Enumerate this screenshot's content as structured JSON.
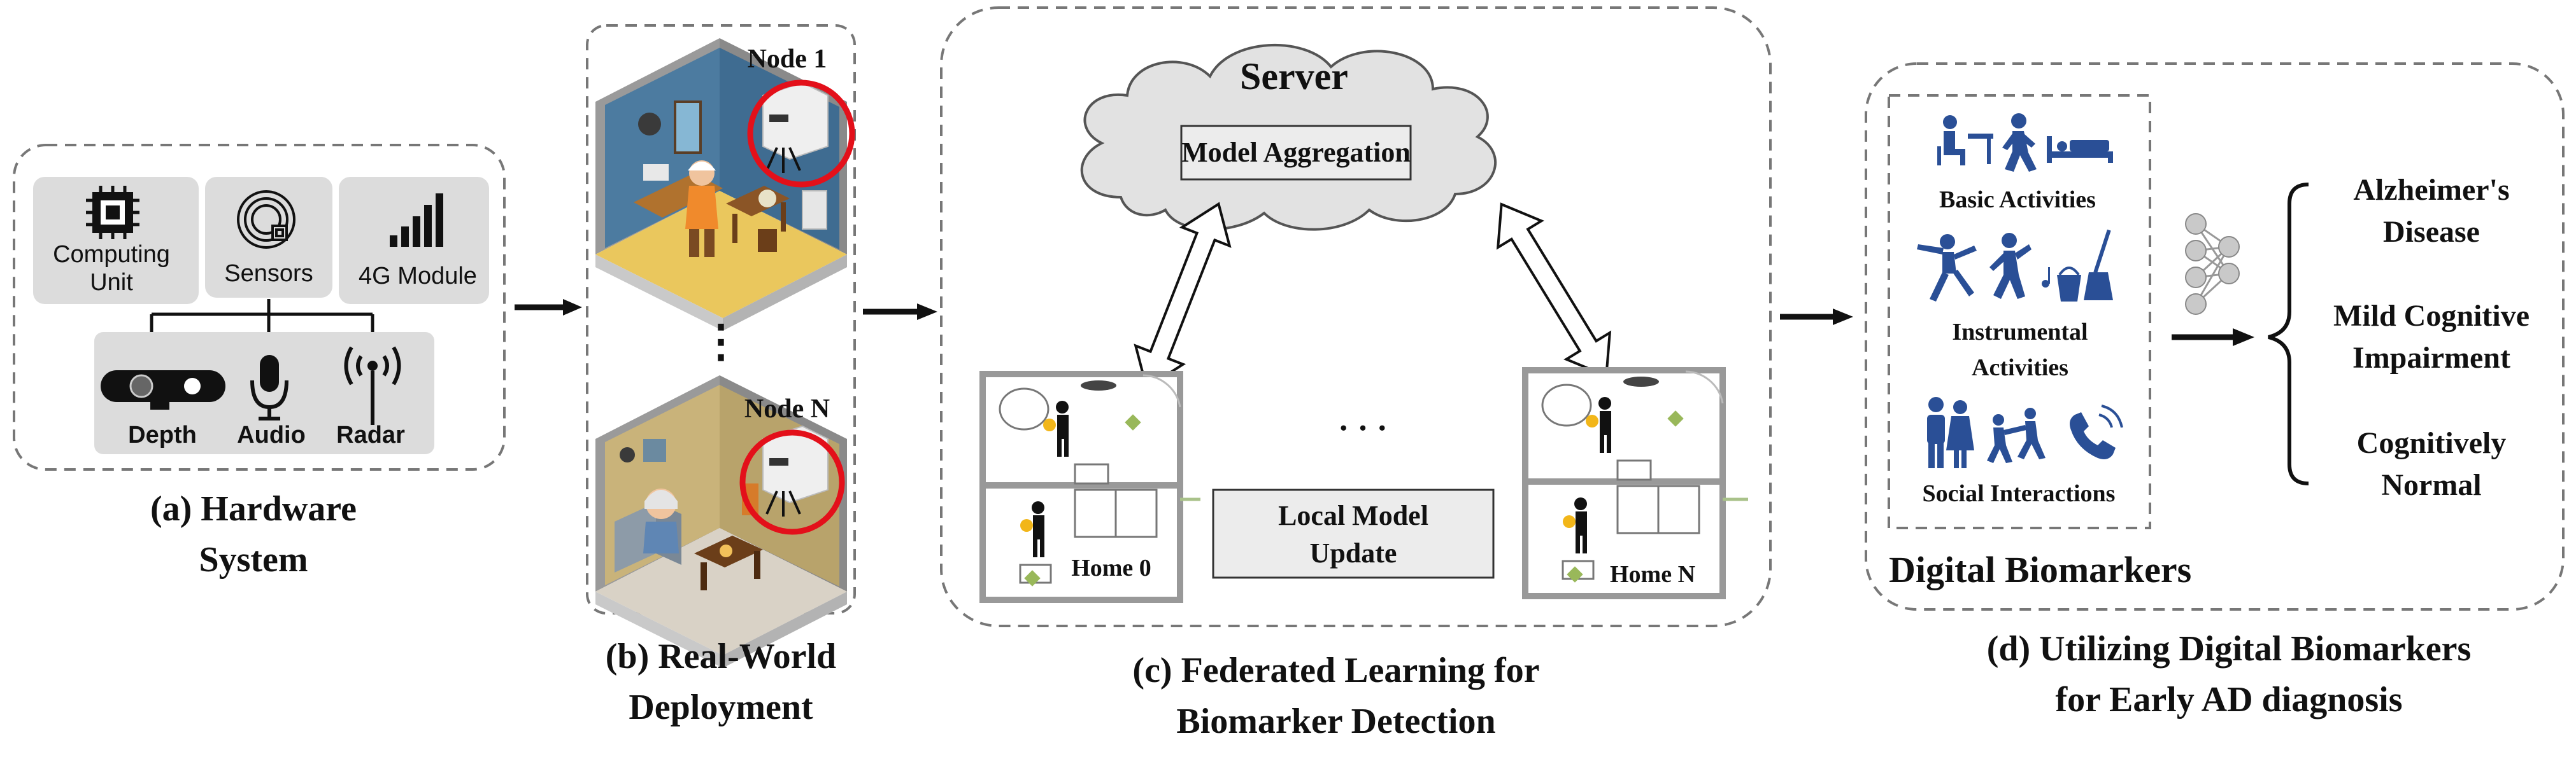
{
  "hardware": {
    "components": {
      "computing": "Computing Unit",
      "computing_line1": "Computing",
      "computing_line2": "Unit",
      "sensors": "Sensors",
      "module_4g": "4G Module"
    },
    "sensor_types": [
      "Depth",
      "Audio",
      "Radar"
    ],
    "caption_line1": "(a) Hardware",
    "caption_line2": "System"
  },
  "deployment": {
    "node_top": "Node 1",
    "node_bottom": "Node N",
    "ellipsis": "⋮",
    "caption_line1": "(b) Real-World",
    "caption_line2": "Deployment"
  },
  "federated": {
    "server_label": "Server",
    "aggregation_label": "Model Aggregation",
    "home_left": "Home 0",
    "home_right": "Home N",
    "ellipsis": "· · ·",
    "local_update_line1": "Local Model",
    "local_update_line2": "Update",
    "caption_line1": "(c) Federated Learning for",
    "caption_line2": "Biomarker Detection"
  },
  "biomarkers": {
    "categories": [
      "Basic Activities",
      "Instrumental Activities",
      "Social Interactions"
    ],
    "instrumental_line1": "Instrumental",
    "instrumental_line2": "Activities",
    "panel_label": "Digital Biomarkers",
    "outcomes": {
      "ad_line1": "Alzheimer's",
      "ad_line2": "Disease",
      "mci_line1": "Mild Cognitive",
      "mci_line2": "Impairment",
      "cn_line1": "Cognitively",
      "cn_line2": "Normal"
    },
    "caption_line1": "(d) Utilizing Digital Biomarkers",
    "caption_line2": "for Early AD diagnosis"
  },
  "colors": {
    "icon_blue": "#2a4f96",
    "highlight_red": "#e3101a",
    "panel_gray": "#dcdcdc",
    "dash_gray": "#7a7a7a",
    "cloud_gray": "#e2e2e2"
  }
}
